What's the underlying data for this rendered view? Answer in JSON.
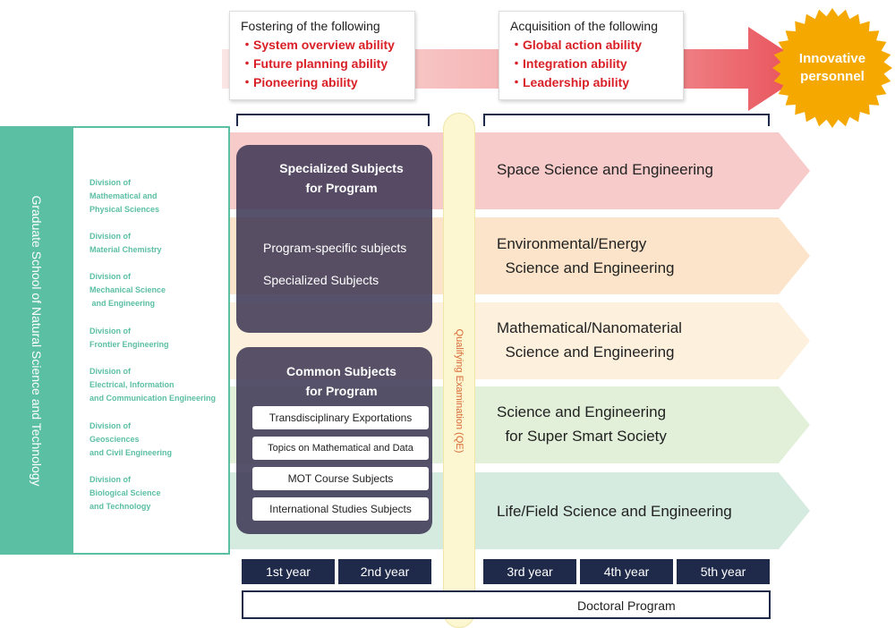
{
  "fostering": {
    "heading": "Fostering of the following",
    "items": [
      "・System overview ability",
      "・Future planning ability",
      "・Pioneering ability"
    ]
  },
  "acquisition": {
    "heading": "Acquisition of the following",
    "items": [
      "・Global action ability",
      "・Integration ability",
      "・Leadership ability"
    ]
  },
  "outcome": {
    "line1": "Innovative",
    "line2": "personnel"
  },
  "school": "Graduate School of Natural Science and Technology",
  "divisions": [
    [
      "Division of",
      "Mathematical and",
      "Physical Sciences"
    ],
    [
      "Division of",
      "Material Chemistry"
    ],
    [
      "Division of",
      "Mechanical Science",
      " and Engineering"
    ],
    [
      "Division of",
      "Frontier Engineering"
    ],
    [
      "Division of",
      "Electrical, Information",
      "and Communication Engineering"
    ],
    [
      "Division of",
      "Geosciences",
      "and Civil Engineering"
    ],
    [
      "Division of",
      "Biological Science",
      "and Technology"
    ]
  ],
  "specialized": {
    "title_line1": "Specialized Subjects",
    "title_line2": "for Program",
    "item1": "Program-specific subjects",
    "item2": "Specialized Subjects"
  },
  "common": {
    "title_line1": "Common Subjects",
    "title_line2": "for Program",
    "subjects": [
      "Transdisciplinary Exportations",
      "Topics on Mathematical and Data Science A",
      "MOT Course Subjects",
      "International Studies Subjects"
    ]
  },
  "qualifying_exam": "Qualifying Examination (QE)",
  "programs": [
    {
      "line1": "Space Science and Engineering",
      "line2": "",
      "color": "#f8cbcb"
    },
    {
      "line1": "Environmental/Energy",
      "line2": "  Science and Engineering",
      "color": "#fbe4c9"
    },
    {
      "line1": "Mathematical/Nanomaterial",
      "line2": "  Science and Engineering",
      "color": "#fdf0dc"
    },
    {
      "line1": "Science and Engineering",
      "line2": "  for Super Smart Society",
      "color": "#e2f0d9"
    },
    {
      "line1": "Life/Field Science and Engineering",
      "line2": "",
      "color": "#d6ebdf"
    }
  ],
  "years": [
    "1st year",
    "2nd year",
    "3rd year",
    "4th year",
    "5th year"
  ],
  "doctoral": "Doctoral Program",
  "colors": {
    "green": "#5bbfa4",
    "navy": "#1f2a4a",
    "red": "#d92027",
    "orange": "#f5a800"
  }
}
